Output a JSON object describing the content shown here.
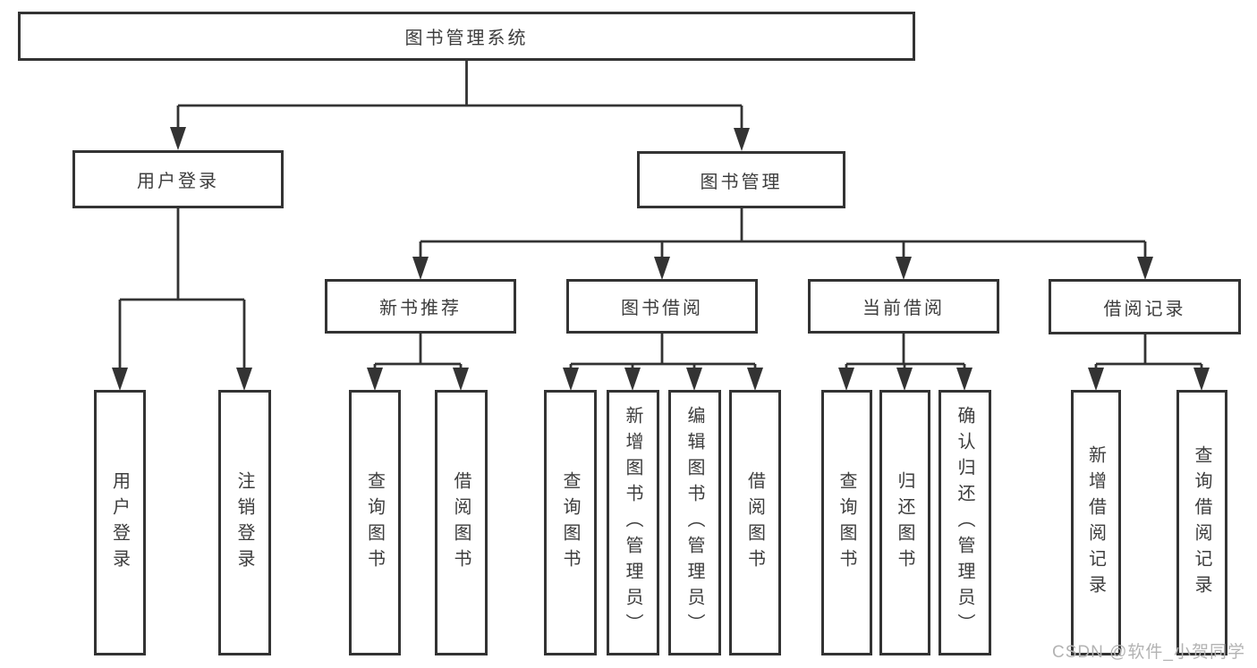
{
  "diagram": {
    "root": {
      "label": "图书管理系统"
    },
    "branches": [
      {
        "label": "用户登录",
        "children": [
          {
            "label": "用户登录"
          },
          {
            "label": "注销登录"
          }
        ]
      },
      {
        "label": "图书管理",
        "children": [
          {
            "label": "新书推荐",
            "children": [
              {
                "label": "查询图书"
              },
              {
                "label": "借阅图书"
              }
            ]
          },
          {
            "label": "图书借阅",
            "children": [
              {
                "label": "查询图书"
              },
              {
                "label": "新增图书（管理员）"
              },
              {
                "label": "编辑图书（管理员）"
              },
              {
                "label": "借阅图书"
              }
            ]
          },
          {
            "label": "当前借阅",
            "children": [
              {
                "label": "查询图书"
              },
              {
                "label": "归还图书"
              },
              {
                "label": "确认归还（管理员）"
              }
            ]
          },
          {
            "label": "借阅记录",
            "children": [
              {
                "label": "新增借阅记录"
              },
              {
                "label": "查询借阅记录"
              }
            ]
          }
        ]
      }
    ]
  },
  "watermark": {
    "text": "CSDN @软件_小贺同学"
  },
  "colors": {
    "line": "#333333",
    "box_border": "#333333",
    "text": "#3d3d3d",
    "background": "#ffffff",
    "watermark": "#b3b3b3"
  }
}
